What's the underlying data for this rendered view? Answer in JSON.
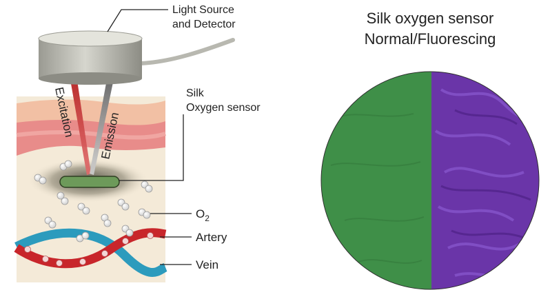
{
  "labels": {
    "device": [
      "Light Source",
      "and Detector"
    ],
    "excitation": "Excitation",
    "emission": "Emission",
    "sensor": [
      "Silk",
      "Oxygen sensor"
    ],
    "o2_base": "O",
    "o2_sub": "2",
    "artery": "Artery",
    "vein": "Vein"
  },
  "photo": {
    "title": [
      "Silk oxygen sensor",
      "Normal/Fluorescing"
    ],
    "left_state_color": "#3f8f48",
    "right_state_color": "#6a35a8"
  },
  "colors": {
    "skin_top": "#f2c0a4",
    "skin_mid": "#e88c8a",
    "tissue": "#f4ead8",
    "artery": "#c8262b",
    "vein": "#2c9bbd",
    "device": "#c4c4bc",
    "excitation_beam": "#d24646",
    "emission_beam": "#8a8a8a",
    "sensor_green": "#6d9a5a"
  }
}
